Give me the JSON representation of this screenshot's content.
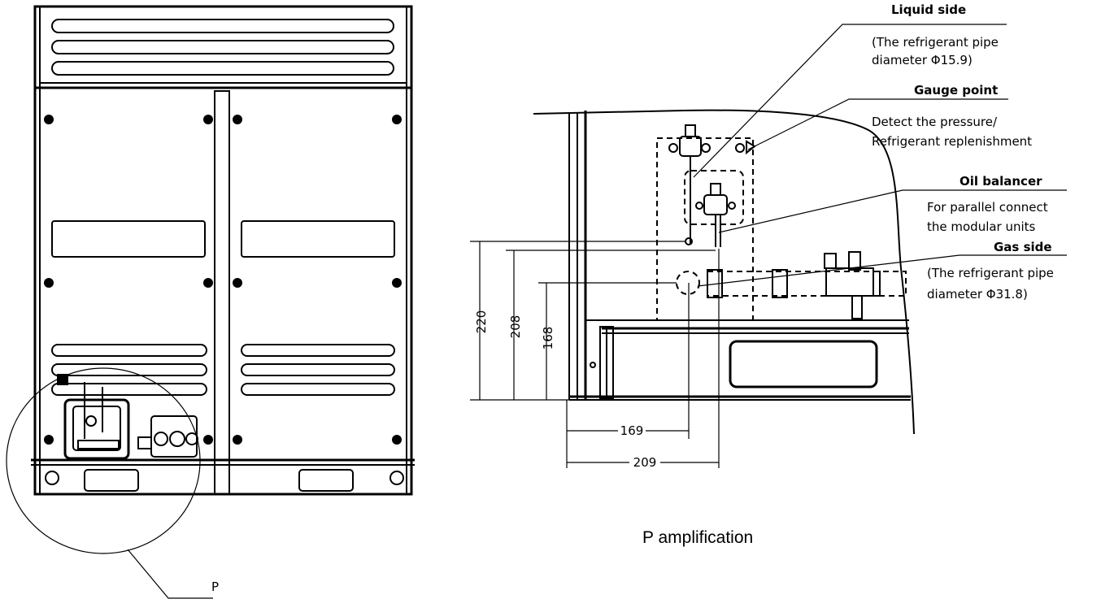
{
  "labels": {
    "liquid_side_title": "Liquid side",
    "liquid_side_desc_1": "(The refrigerant pipe",
    "liquid_side_desc_2": "diameter Φ15.9)",
    "gauge_point_title": "Gauge point",
    "gauge_point_desc_1": "Detect the pressure/",
    "gauge_point_desc_2": "Refrigerant replenishment",
    "oil_balancer_title": "Oil balancer",
    "oil_balancer_desc_1": "For parallel connect",
    "oil_balancer_desc_2": "the modular units",
    "gas_side_title": "Gas side",
    "gas_side_desc_1": "(The refrigerant pipe",
    "gas_side_desc_2": "diameter Φ31.8)"
  },
  "dimensions": {
    "d220": "220",
    "d208": "208",
    "d168": "168",
    "d169": "169",
    "d209": "209"
  },
  "detail_marker": "P",
  "caption": "P amplification"
}
